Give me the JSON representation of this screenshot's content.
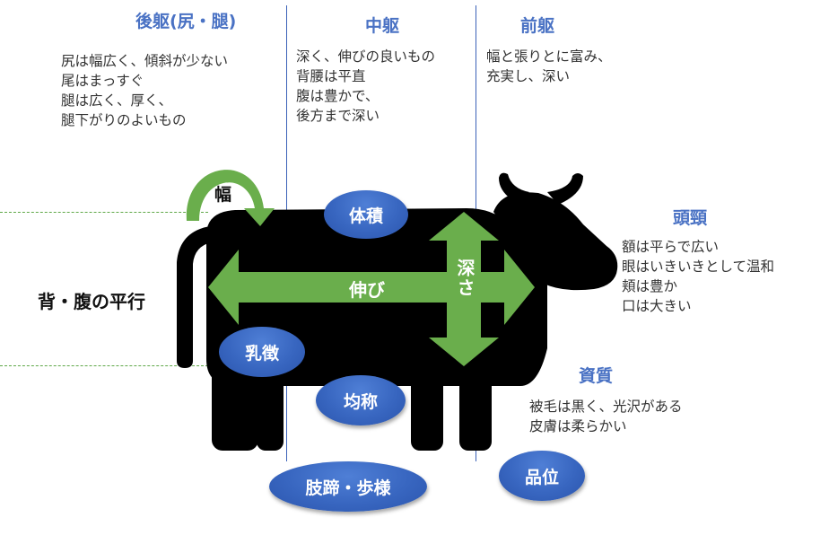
{
  "sections": {
    "rear": {
      "title": "後躯(尻・腿)",
      "lines": [
        "尻は幅広く、傾斜が少ない",
        "尾はまっすぐ",
        "腿は広く、厚く、",
        "腿下がりのよいもの"
      ]
    },
    "middle": {
      "title": "中躯",
      "lines": [
        "深く、伸びの良いもの",
        "背腰は平直",
        "腹は豊かで、",
        "後方まで深い"
      ]
    },
    "front": {
      "title": "前躯",
      "lines": [
        "幅と張りとに富み、",
        "充実し、深い"
      ]
    },
    "head": {
      "title": "頭頸",
      "lines": [
        "額は平らで広い",
        "眼はいきいきとして温和",
        "頬は豊か",
        "口は大きい"
      ]
    },
    "quality": {
      "title": "資質",
      "lines": [
        "被毛は黒く、光沢がある",
        "皮膚は柔らかい"
      ]
    }
  },
  "labels": {
    "width": "幅",
    "back_belly": "背・腹の平行",
    "length": "伸び",
    "depth": "深さ"
  },
  "badges": {
    "volume": "体積",
    "udder": "乳徴",
    "balance": "均称",
    "legs": "肢蹄・歩様",
    "dignity": "品位"
  },
  "colors": {
    "title_blue": "#4a72c4",
    "badge_blue": "#3866c0",
    "arrow_green": "#6aae4c",
    "cow_black": "#000000",
    "divider_blue": "#3b62b8"
  }
}
